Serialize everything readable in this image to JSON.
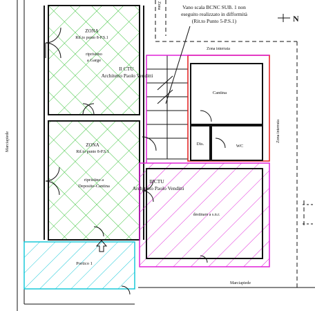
{
  "labels": {
    "zona1_title": "ZONA",
    "zona1_ref": "Rif.to punto 8-P.S.1",
    "zona1_use1": "ripristino",
    "zona1_use2": "a Garge",
    "ctu1_a": "Il CTU",
    "ctu1_b": "Architetto Paolo Venditti",
    "zona2_title": "ZONA",
    "zona2_ref": "Rif.to punto 8-P.S.1",
    "zona2_use1": "ripristino a",
    "zona2_use2": "Deposito-Cantina",
    "ctu2_a": "Il CTU",
    "ctu2_b": "Architetto Paolo Venditti",
    "note_1": "Vano scala BCNC SUB. 1 non",
    "note_2": "eseguito realizzato in difformità",
    "note_3": "(Rit.to Punto 5-P.S.1)",
    "north": "N",
    "zona_top_cut": "Zona",
    "zona_interrata_top": "Zona interrata",
    "zona_interrata_side": "Zona interrata",
    "cantina": "Cantina",
    "dis": "Dis.",
    "wc": "WC",
    "destinare": "destinare a s.n.r.",
    "portico": "Portico 1",
    "marciapiede_left": "Marciapiede",
    "marciapiede_bottom": "Marciapiede"
  },
  "colors": {
    "wall": "#111111",
    "green_hatch": "#3cc43c",
    "magenta": "#e020d8",
    "cyan": "#19c8d8",
    "red": "#e01818"
  }
}
